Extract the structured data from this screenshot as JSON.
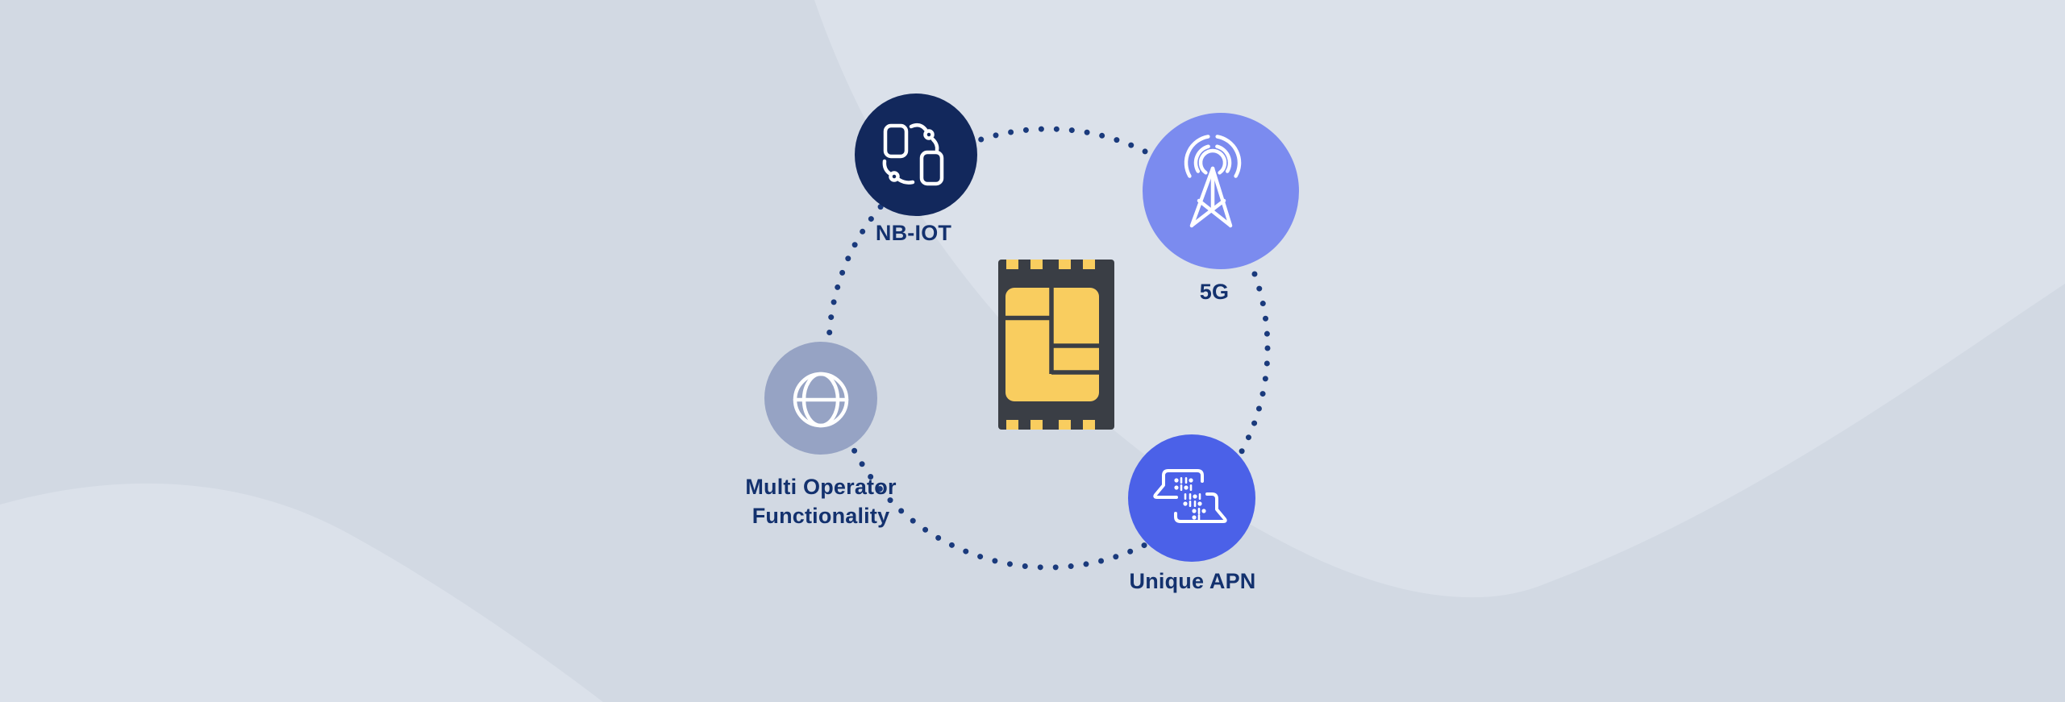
{
  "page": {
    "title": "eSIM capabilities infographic"
  },
  "colors": {
    "background_base": "#D2D9E3",
    "background_light": "#DBE1EA",
    "dotted_ring": "#1A3A7C",
    "label_text": "#13316E",
    "chip_body": "#3A3E45",
    "chip_contacts": "#F9CD5F",
    "icon_stroke": "#FFFFFF"
  },
  "center": {
    "name": "eSIM chip"
  },
  "features": [
    {
      "id": "nb-iot",
      "label": "NB-IOT",
      "icon": "device-sync-icon",
      "circle_color": "#12285C"
    },
    {
      "id": "five-g",
      "label": "5G",
      "icon": "radio-tower-icon",
      "circle_color": "#7B8BEF"
    },
    {
      "id": "multi-operator",
      "label": "Multi Operator Functionality",
      "icon": "globe-icon",
      "circle_color": "#96A3C4"
    },
    {
      "id": "unique-apn",
      "label": "Unique APN",
      "icon": "data-exchange-icon",
      "circle_color": "#4B61E8"
    }
  ]
}
